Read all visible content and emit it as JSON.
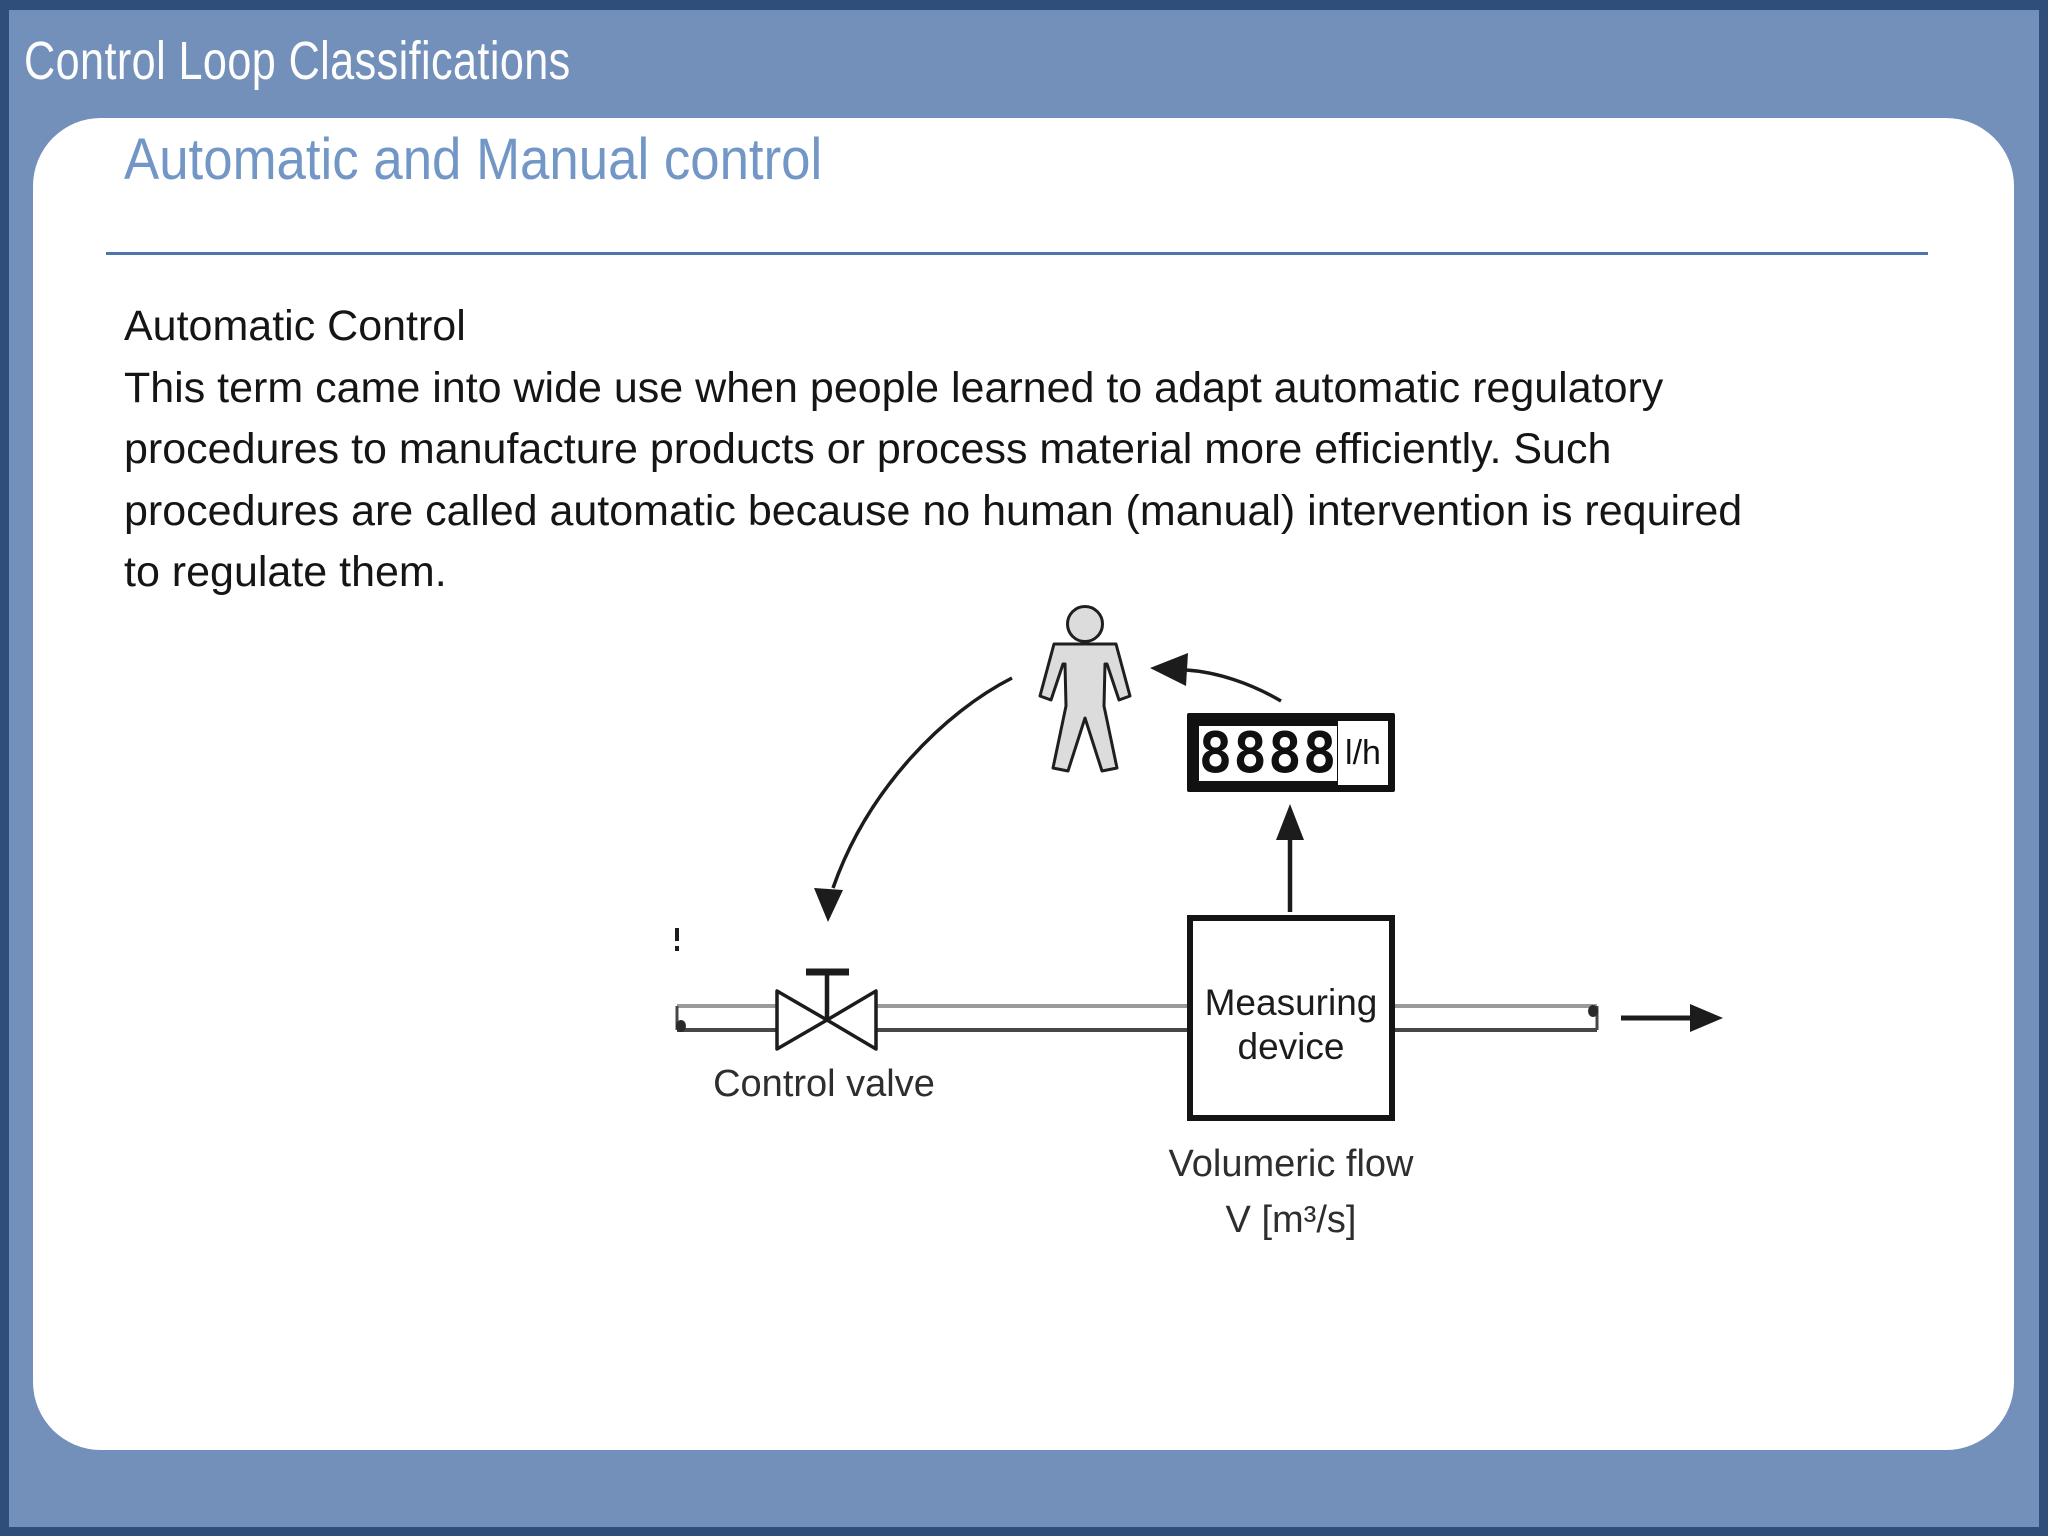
{
  "slide": {
    "title": "Control Loop Classifications",
    "heading": "Automatic and Manual control",
    "body": "Automatic Control\nThis term came into wide use when people learned to adapt automatic regulatory\nprocedures to manufacture products or process material more efficiently. Such\nprocedures are called automatic because no human (manual) intervention is required\nto regulate them."
  },
  "diagram": {
    "display_value": "8888",
    "display_unit": "l/h",
    "control_valve_label": "Control valve",
    "measuring_device_line1": "Measuring",
    "measuring_device_line2": "device",
    "volumetric_flow_label": "Volumeric flow",
    "flow_symbol_label": "V [m³/s]"
  },
  "colors": {
    "outer_border_navy": "#2f4e79",
    "background_blue": "#7390bb",
    "heading_blue": "#7296c6",
    "rule_blue": "#4f74ab",
    "body_text": "#151515",
    "person_fill": "#dcdcdc"
  }
}
